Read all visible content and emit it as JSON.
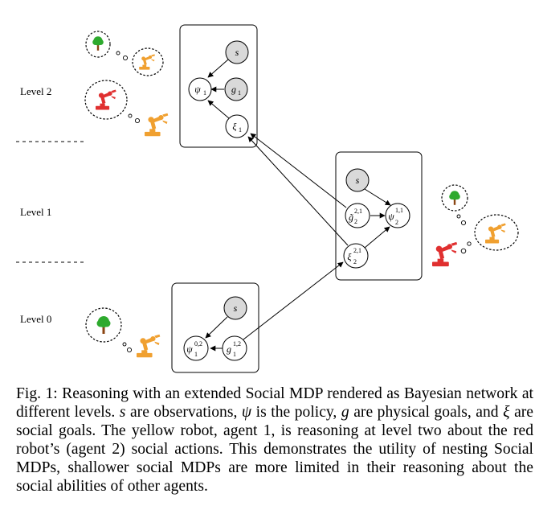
{
  "levels": {
    "level2": "Level 2",
    "level1": "Level 1",
    "level0": "Level 0"
  },
  "nodes": {
    "s": "s",
    "psi": "ψ",
    "g": "g",
    "xi": "ξ",
    "sub1": "1",
    "sub2": "2",
    "sup_21": "2,1",
    "sup_11": "1,1",
    "sup_02": "0,2",
    "sup_12": "1,2"
  },
  "colors": {
    "yellow_robot": "#f0a030",
    "red_robot": "#e03030",
    "tree_green": "#2eaa2e",
    "tree_trunk": "#8b4513",
    "observed_node": "#d9d9d9"
  },
  "caption": {
    "figure_label": "Fig. 1:",
    "t1": "Reasoning with an extended Social MDP rendered as Bayesian network at different levels.",
    "var_s": "s",
    "t2": "are observations,",
    "var_psi": "ψ",
    "t3": "is the policy,",
    "var_g": "g",
    "t4": "are physical goals, and",
    "var_xi": "ξ",
    "t5": "are social goals. The yellow robot, agent 1, is reasoning at level two about the red robot’s (agent 2) social actions. This demonstrates the utility of nesting Social MDPs, shallower social MDPs are more limited in their reasoning about the social abilities of other agents."
  }
}
